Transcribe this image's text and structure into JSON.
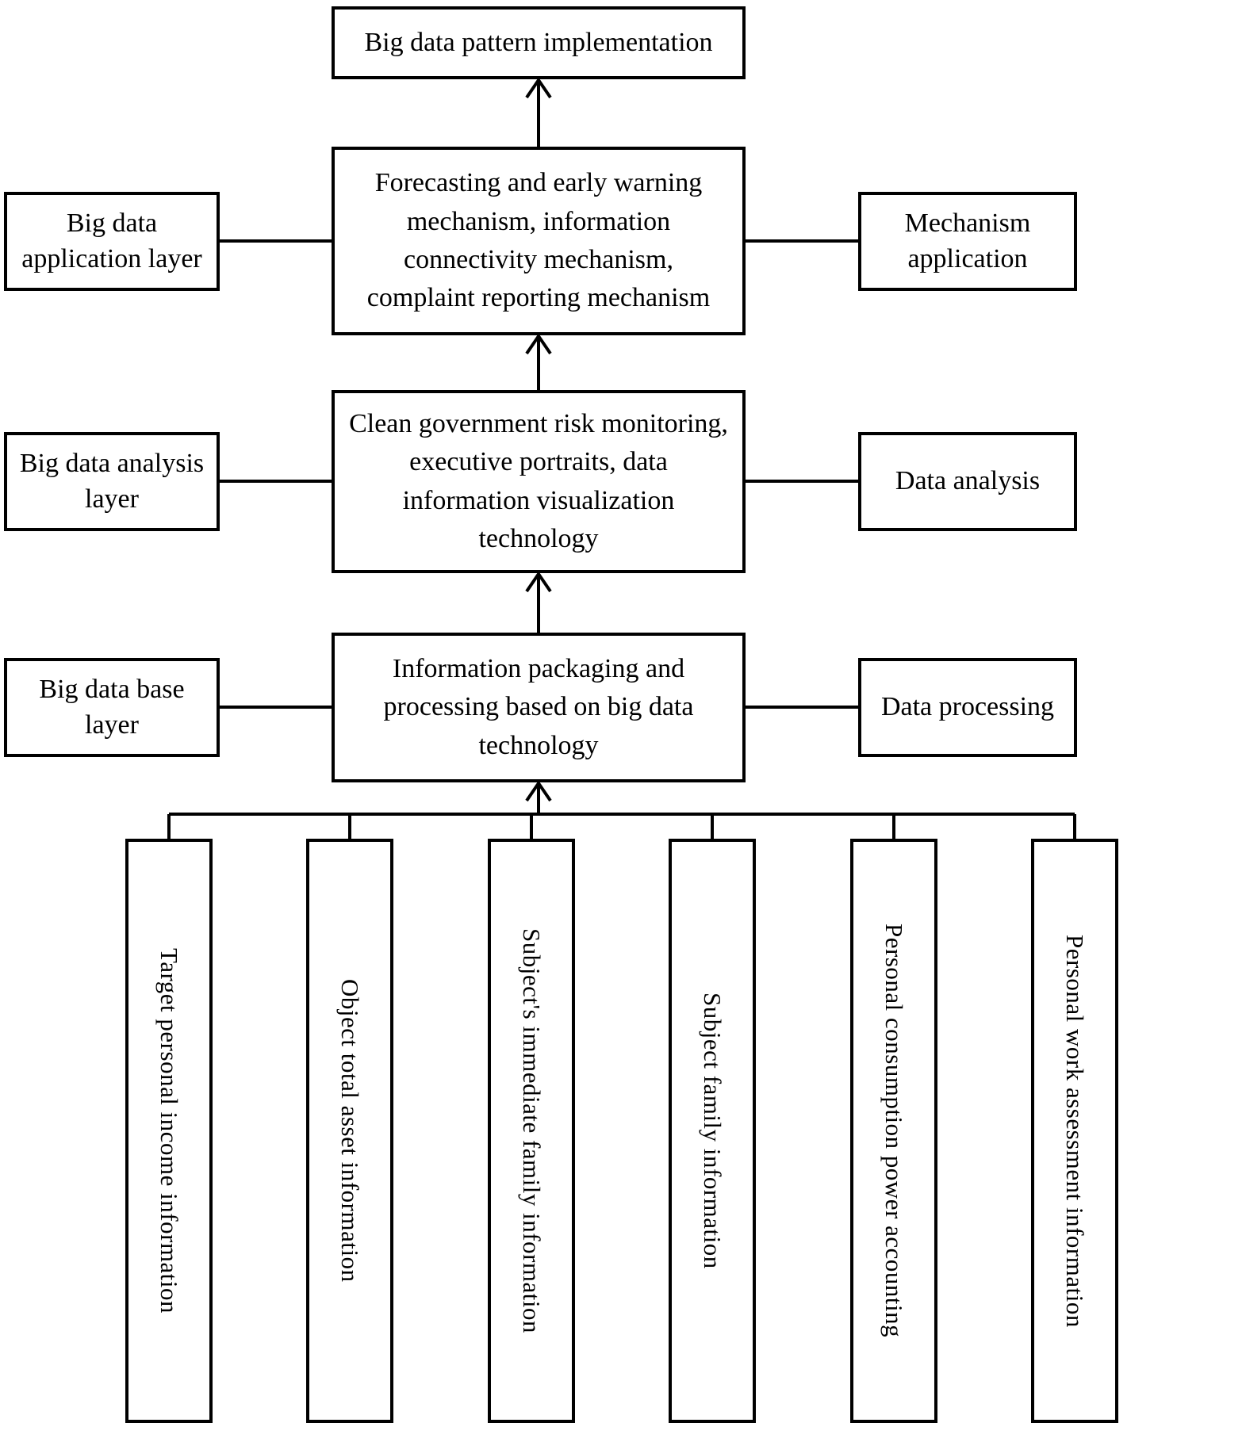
{
  "diagram": {
    "title_box": "Big data pattern implementation",
    "rows": [
      {
        "left": "Big data application layer",
        "center": "Forecasting and early warning mechanism, information connectivity mechanism, complaint reporting mechanism",
        "right": "Mechanism application"
      },
      {
        "left": "Big data analysis layer",
        "center": "Clean government risk monitoring, executive portraits, data information visualization technology",
        "right": "Data analysis"
      },
      {
        "left": "Big data base layer",
        "center": "Information packaging and processing based on big data technology",
        "right": "Data processing"
      }
    ],
    "source_boxes": [
      "Target personal income information",
      "Object total asset information",
      "Subject's immediate family information",
      "Subject family information",
      "Personal consumption power accounting",
      "Personal work assessment information"
    ],
    "colors": {
      "line": "#000000",
      "background": "#ffffff",
      "text": "#000000"
    }
  }
}
